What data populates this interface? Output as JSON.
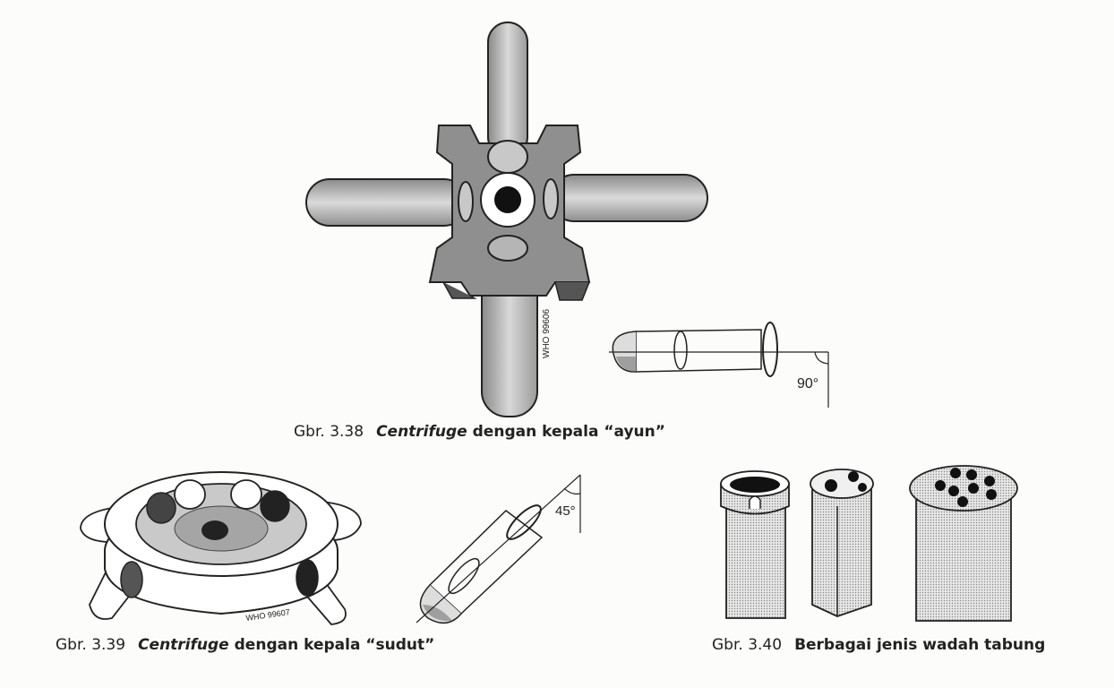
{
  "fig38": {
    "caption_num": "Gbr.  3.38",
    "caption_term": "Centrifuge",
    "caption_rest": " dengan kepala “ayun”",
    "stamp": "WHO 99606",
    "angle_label": "90°"
  },
  "fig39": {
    "caption_num": "Gbr.  3.39",
    "caption_term": "Centrifuge",
    "caption_rest": " dengan kepala “sudut”",
    "stamp": "WHO 99607",
    "angle_label": "45°"
  },
  "fig40": {
    "caption_num": "Gbr.  3.40",
    "caption_text": "Berbagai jenis wadah tabung"
  }
}
